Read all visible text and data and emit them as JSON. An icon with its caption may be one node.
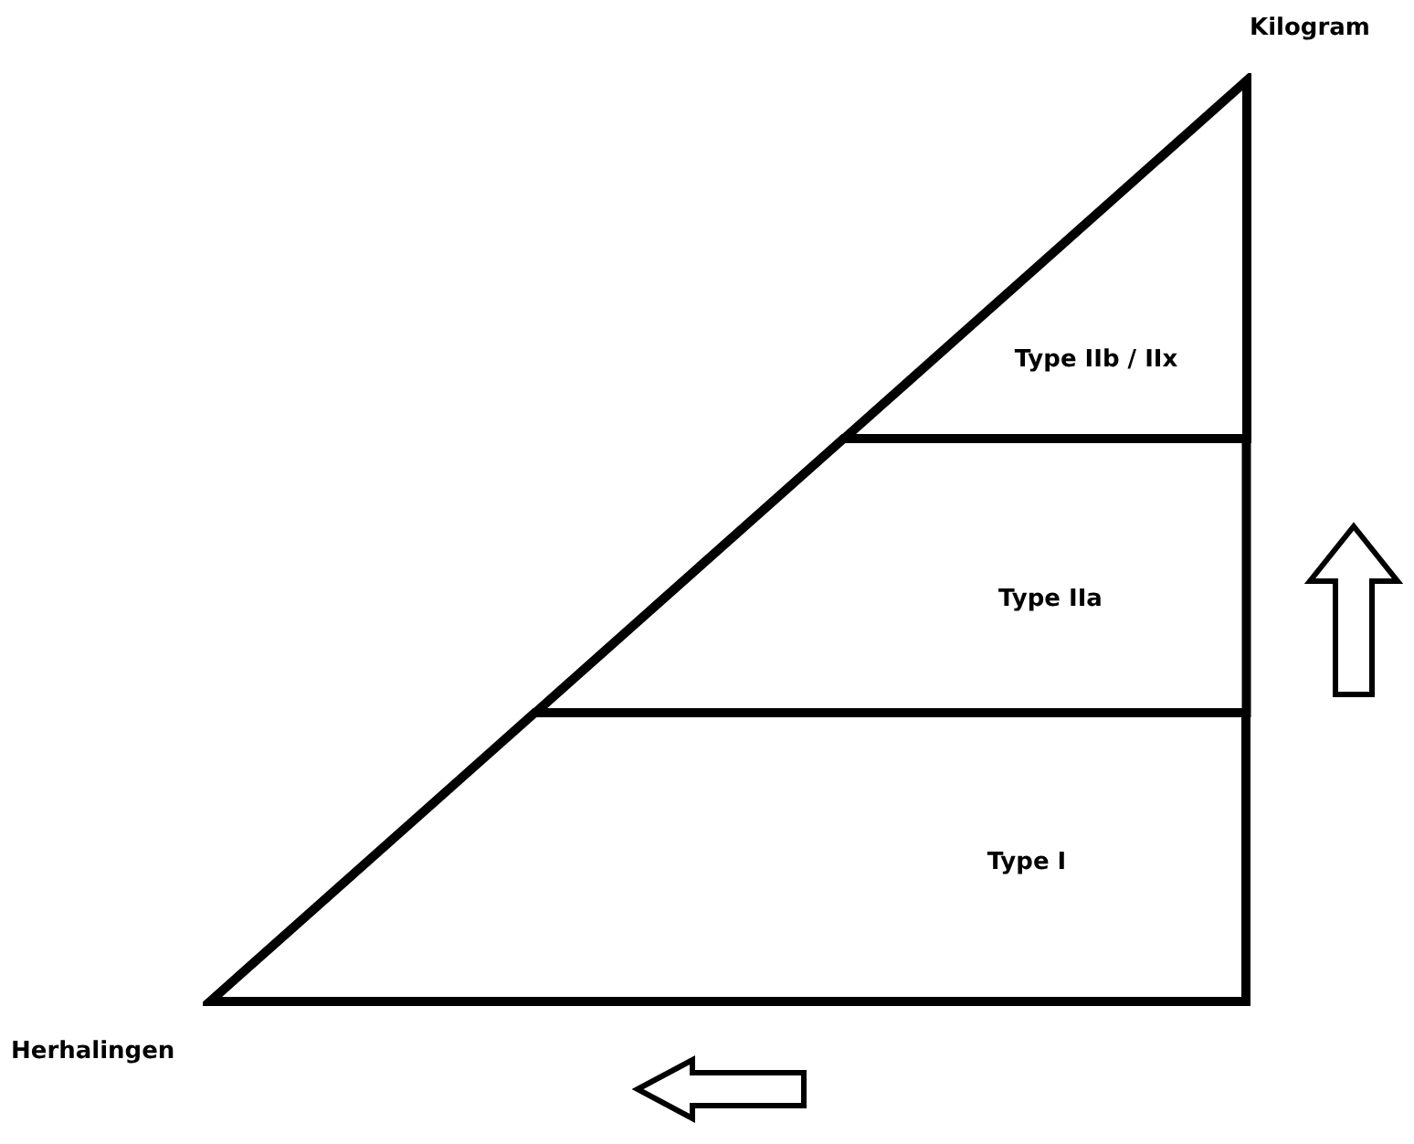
{
  "diagram": {
    "nodes": [
      {
        "text": [
          "Type IIb / IIx"
        ]
      },
      {
        "text": [
          "Type IIa"
        ]
      },
      {
        "text": [
          "Type I"
        ]
      }
    ],
    "labels": [
      "Kilogram",
      "Herhalingen"
    ]
  }
}
